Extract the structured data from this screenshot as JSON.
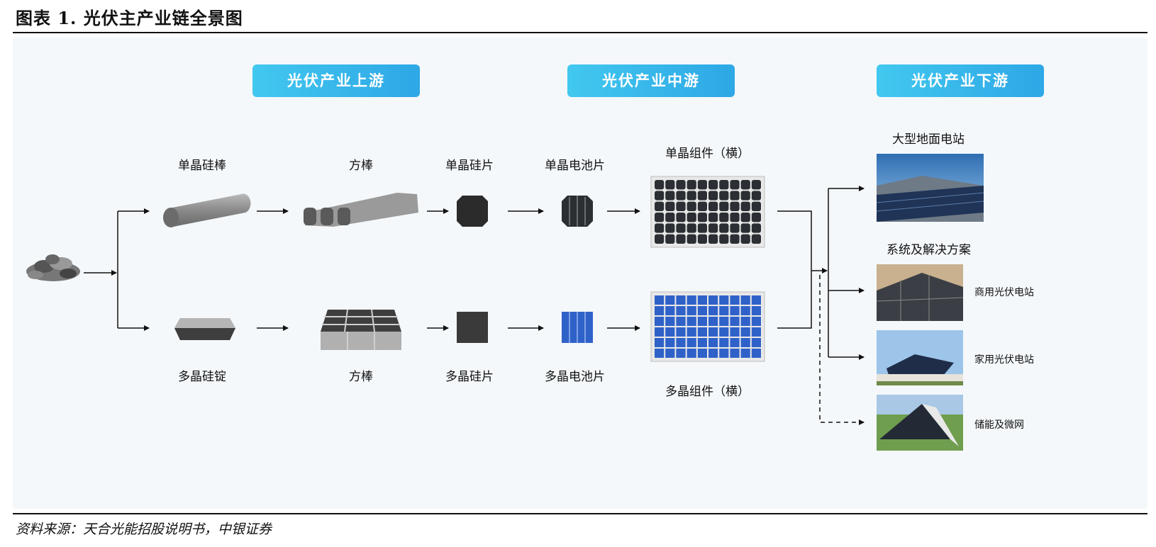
{
  "title": "图表 1. 光伏主产业链全景图",
  "source": "资料来源：天合光能招股说明书，中银证券",
  "stages": {
    "upstream": "光伏产业上游",
    "midstream": "光伏产业中游",
    "downstream": "光伏产业下游"
  },
  "mono_row": {
    "ingot": "单晶硅棒",
    "square_rod": "方棒",
    "wafer": "单晶硅片",
    "cell": "单晶电池片",
    "module": "单晶组件（横）"
  },
  "poly_row": {
    "ingot": "多晶硅锭",
    "square_rod": "方棒",
    "wafer": "多晶硅片",
    "cell": "多晶电池片",
    "module": "多晶组件（横）"
  },
  "downstream": {
    "ground_station": "大型地面电站",
    "systems_heading": "系统及解决方案",
    "commercial": "商用光伏电站",
    "residential": "家用光伏电站",
    "storage": "储能及微网"
  },
  "colors": {
    "stage_gradient_start": "#42c8ef",
    "stage_gradient_end": "#2ea7e6",
    "mono_cell": "#2b2f33",
    "poly_cell": "#2f62c9"
  }
}
